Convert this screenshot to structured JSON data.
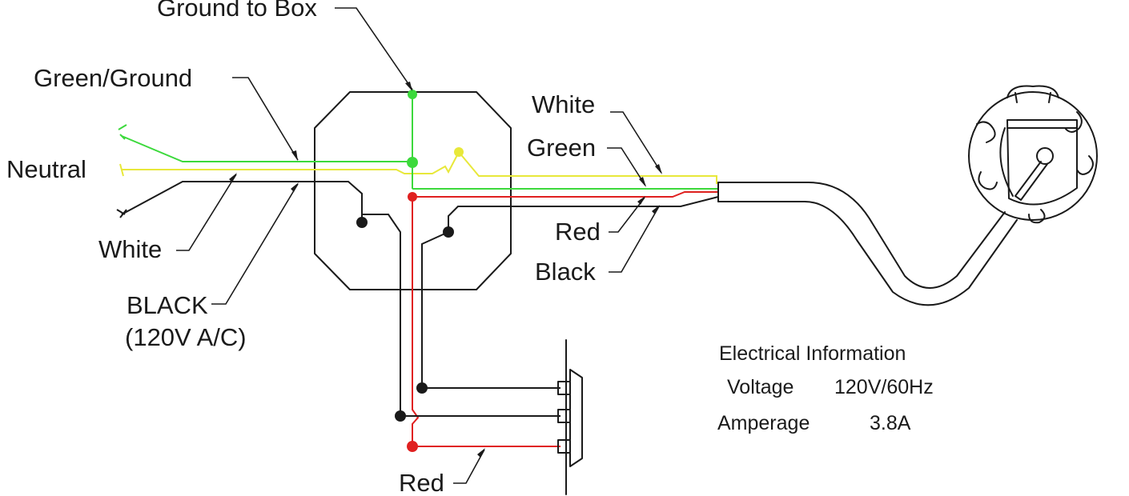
{
  "labels": {
    "ground_to_box": "Ground to Box",
    "green_ground": "Green/Ground",
    "neutral": "Neutral",
    "white_left": "White",
    "black_left": "BLACK",
    "black_left_sub": "(120V A/C)",
    "white_right": "White",
    "green_right": "Green",
    "red_right": "Red",
    "black_right": "Black",
    "red_bottom": "Red"
  },
  "info": {
    "title": "Electrical Information",
    "voltage_label": "Voltage",
    "voltage_value": "120V/60Hz",
    "amperage_label": "Amperage",
    "amperage_value": "3.8A"
  },
  "colors": {
    "green_wire": "#3cd93c",
    "yellow_wire": "#e8e83a",
    "red_wire": "#e02020",
    "black_wire": "#1a1a1a"
  }
}
